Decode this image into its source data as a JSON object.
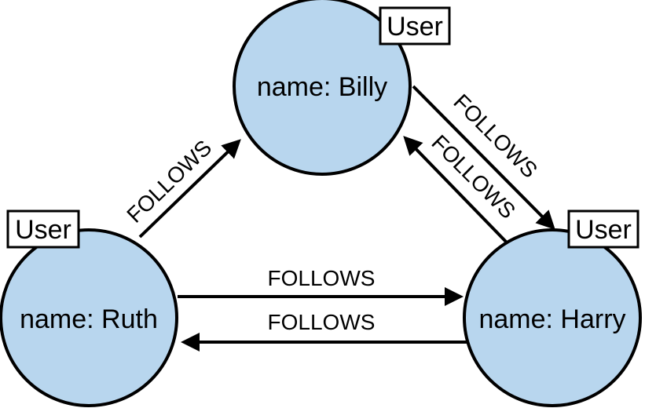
{
  "colors": {
    "node_fill": "#b8d6ee",
    "stroke": "#000000"
  },
  "nodes": [
    {
      "id": "billy",
      "label": "User",
      "name": "name: Billy"
    },
    {
      "id": "ruth",
      "label": "User",
      "name": "name: Ruth"
    },
    {
      "id": "harry",
      "label": "User",
      "name": "name: Harry"
    }
  ],
  "edges": [
    {
      "from": "ruth",
      "to": "billy",
      "label": "FOLLOWS"
    },
    {
      "from": "billy",
      "to": "harry",
      "label": "FOLLOWS"
    },
    {
      "from": "harry",
      "to": "billy",
      "label": "FOLLOWS"
    },
    {
      "from": "ruth",
      "to": "harry",
      "label": "FOLLOWS"
    },
    {
      "from": "harry",
      "to": "ruth",
      "label": "FOLLOWS"
    }
  ]
}
